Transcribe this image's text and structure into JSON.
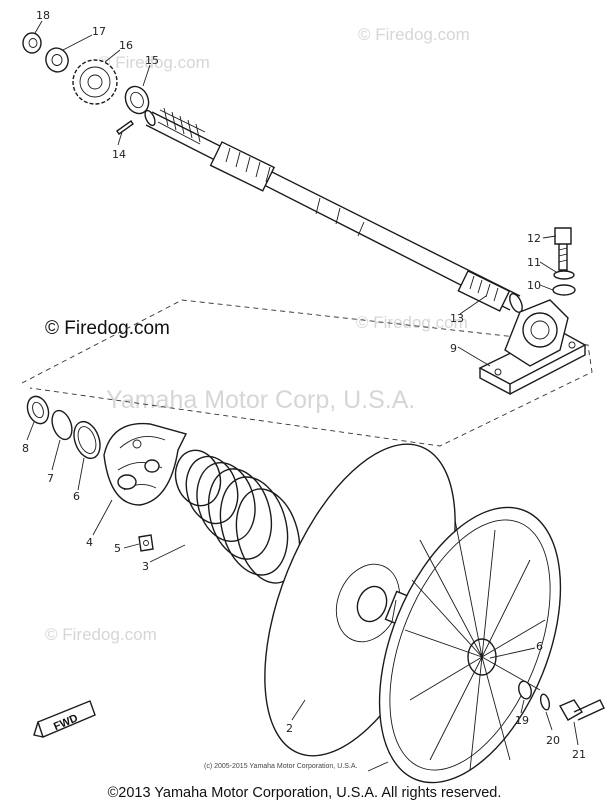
{
  "watermarks": {
    "firedog": "© Firedog.com",
    "center": "Yamaha Motor Corp, U.S.A."
  },
  "callouts": [
    "18",
    "17",
    "16",
    "15",
    "14",
    "13",
    "12",
    "11",
    "10",
    "9",
    "8",
    "7",
    "6",
    "4",
    "5",
    "3",
    "2",
    "6",
    "19",
    "20",
    "21"
  ],
  "fwd_label": "FWD",
  "small_credit": "(c) 2005-2015 Yamaha Motor Corporation, U.S.A.",
  "copyright": "©2013 Yamaha Motor Corporation, U.S.A. All rights reserved.",
  "colors": {
    "line": "#1b1b1b",
    "watermark": "#d6d6d6"
  }
}
